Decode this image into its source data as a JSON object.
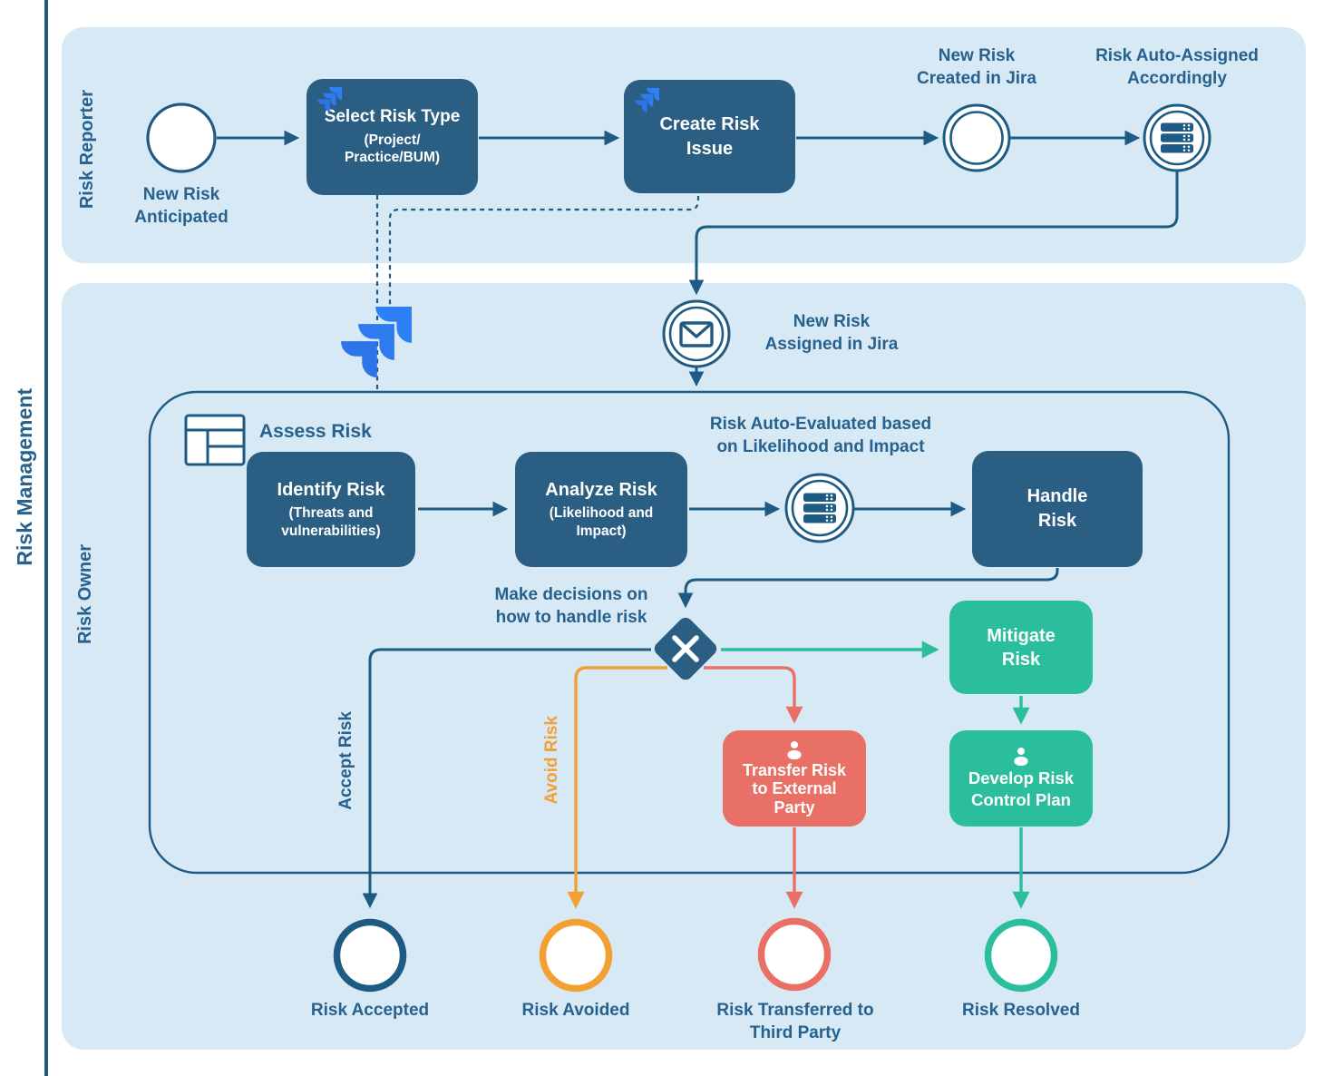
{
  "title": "Risk Management",
  "lanes": {
    "reporter": "Risk Reporter",
    "owner": "Risk Owner"
  },
  "reporter": {
    "start_event": "New Risk\nAnticipated",
    "select_risk": {
      "title": "Select Risk Type",
      "subtitle": "(Project/\nPractice/BUM)"
    },
    "create_issue": "Create Risk\nIssue",
    "created_event": "New Risk\nCreated in Jira",
    "auto_assigned_event": "Risk Auto-Assigned\nAccordingly"
  },
  "owner": {
    "mail_event": "New Risk\nAssigned in Jira",
    "group_label": "Assess Risk",
    "identify": {
      "title": "Identify Risk",
      "subtitle": "(Threats and\nvulnerabilities)"
    },
    "analyze": {
      "title": "Analyze Risk",
      "subtitle": "(Likelihood and\nImpact)"
    },
    "auto_eval_event": "Risk Auto-Evaluated based\non Likelihood and Impact",
    "handle": "Handle\nRisk",
    "decision": "Make decisions on\nhow to handle risk",
    "accept_branch": "Accept Risk",
    "avoid_branch": "Avoid Risk",
    "mitigate": "Mitigate\nRisk",
    "transfer": "Transfer Risk\nto External\nParty",
    "develop": "Develop Risk\nControl Plan"
  },
  "ends": {
    "accepted": "Risk Accepted",
    "avoided": "Risk Avoided",
    "transferred": "Risk Transferred to\nThird Party",
    "resolved": "Risk Resolved"
  },
  "icons": {
    "jira": "jira-logo",
    "database": "server-stack",
    "mail": "envelope",
    "person": "user-silhouette",
    "table": "assess-grid",
    "gateway": "x-decision"
  },
  "colors": {
    "page_bg": "#FFFFFF",
    "lane_bg": "#D8E9F6",
    "node_blue": "#2A5F83",
    "line_blue": "#1E5B84",
    "text_blue": "#27618D",
    "green": "#2BBE9C",
    "orange": "#F2A032",
    "red": "#E97067",
    "jira_blue_1": "#2E80F7",
    "jira_blue_2": "#2E7BF0",
    "jira_blue_3": "#2C74E8",
    "white": "#FFFFFF"
  }
}
